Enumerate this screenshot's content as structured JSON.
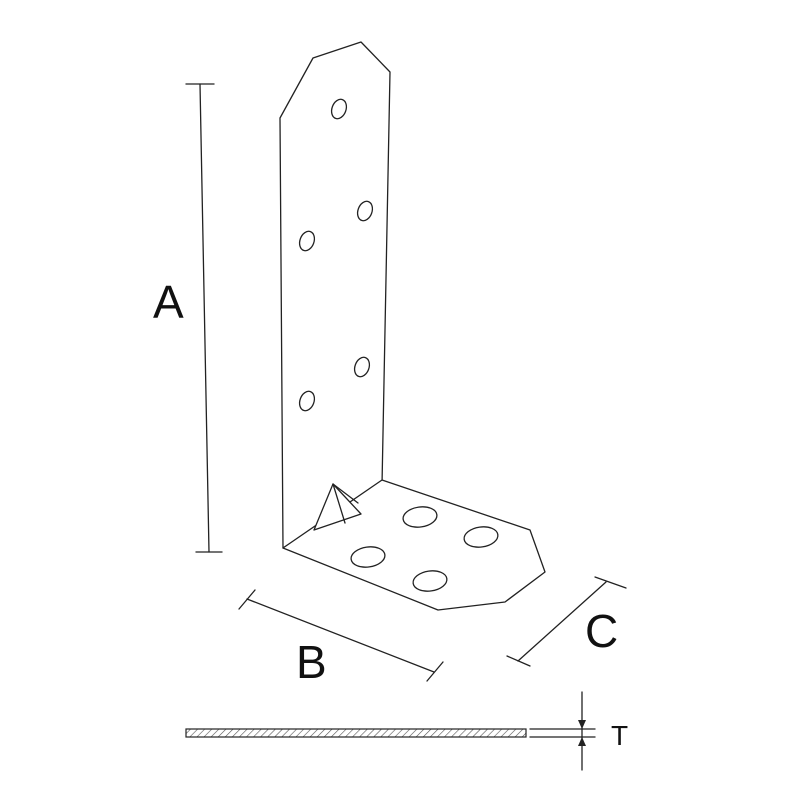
{
  "dimensions": {
    "a_label": "A",
    "b_label": "B",
    "c_label": "C",
    "t_label": "T"
  },
  "colors": {
    "line": "#222222",
    "background": "#ffffff"
  }
}
